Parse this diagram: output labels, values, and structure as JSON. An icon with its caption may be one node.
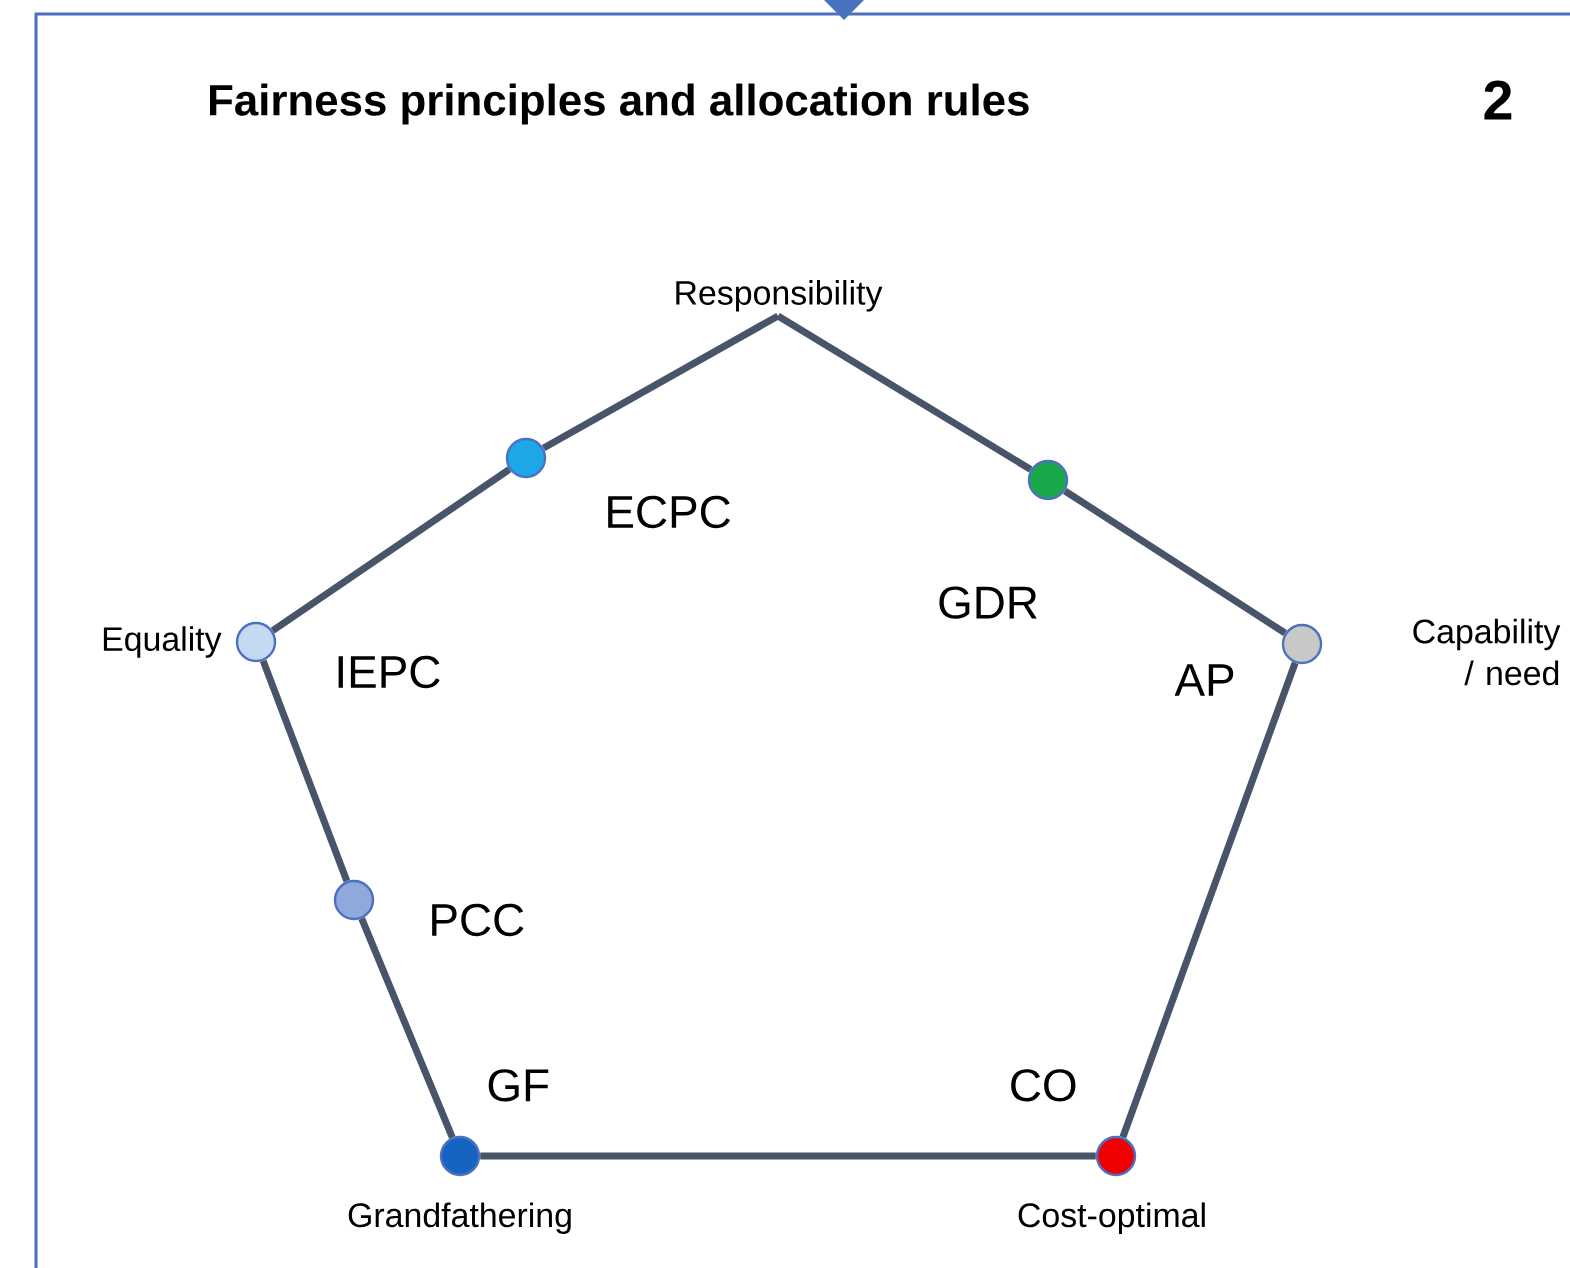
{
  "diagram": {
    "title": "Fairness principles and allocation rules",
    "nodes": [
      {
        "text": [
          "Responsibility"
        ]
      },
      {
        "text": [],
        "shape": "circle",
        "beside": [
          "ECPC"
        ]
      },
      {
        "text": [],
        "shape": "circle",
        "beside": [
          "GDR"
        ]
      },
      {
        "text": [],
        "shape": "circle",
        "beside": [
          "Equality",
          "IEPC"
        ]
      },
      {
        "text": [],
        "shape": "circle",
        "beside": [
          "Capability / need",
          "AP"
        ]
      },
      {
        "text": [],
        "shape": "circle",
        "beside": [
          "PCC"
        ]
      },
      {
        "text": [],
        "shape": "circle",
        "beside": [
          "Grandfathering",
          "GF"
        ]
      },
      {
        "text": [],
        "shape": "circle",
        "beside": [
          "Cost-optimal",
          "CO"
        ]
      }
    ],
    "edges": [
      {
        "from": 0,
        "to": 1,
        "arrow": "none"
      },
      {
        "from": 1,
        "to": 3,
        "arrow": "none"
      },
      {
        "from": 0,
        "to": 2,
        "arrow": "none"
      },
      {
        "from": 2,
        "to": 4,
        "arrow": "none"
      },
      {
        "from": 3,
        "to": 5,
        "arrow": "none"
      },
      {
        "from": 5,
        "to": 6,
        "arrow": "none"
      },
      {
        "from": 6,
        "to": 7,
        "arrow": "none"
      },
      {
        "from": 7,
        "to": 4,
        "arrow": "none"
      }
    ],
    "labels": [
      "2"
    ]
  }
}
